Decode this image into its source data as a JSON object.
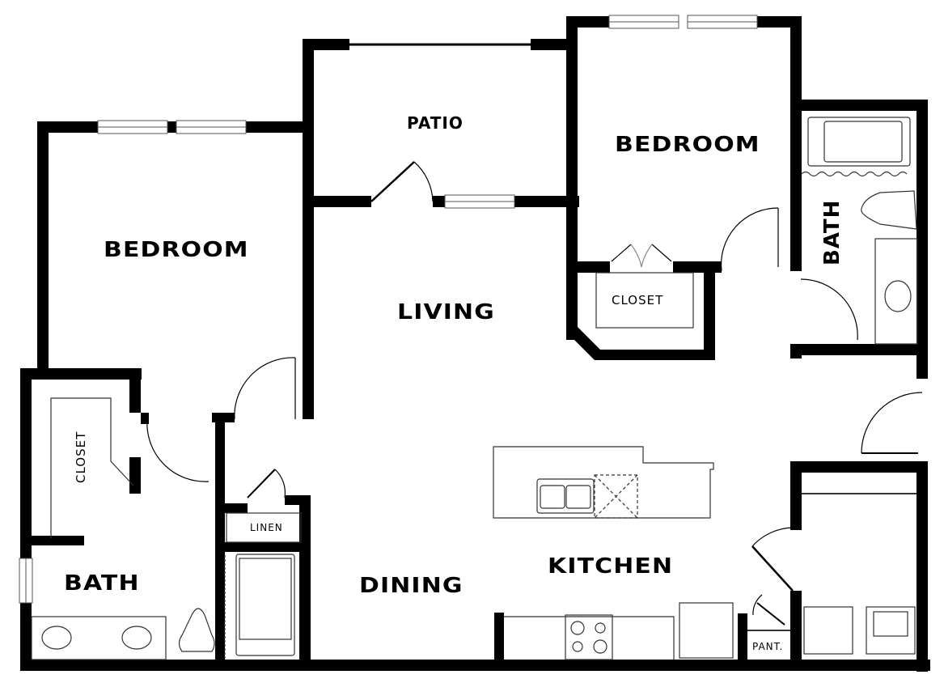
{
  "floorplan": {
    "rooms": [
      {
        "id": "bedroom-left",
        "label": "BEDROOM"
      },
      {
        "id": "patio",
        "label": "PATIO"
      },
      {
        "id": "bedroom-right",
        "label": "BEDROOM"
      },
      {
        "id": "bath-right",
        "label": "BATH"
      },
      {
        "id": "closet-right",
        "label": "CLOSET"
      },
      {
        "id": "living",
        "label": "LIVING"
      },
      {
        "id": "closet-left",
        "label": "CLOSET"
      },
      {
        "id": "linen",
        "label": "LINEN"
      },
      {
        "id": "bath-left",
        "label": "BATH"
      },
      {
        "id": "dining",
        "label": "DINING"
      },
      {
        "id": "kitchen",
        "label": "KITCHEN"
      },
      {
        "id": "pantry",
        "label": "PANT."
      }
    ],
    "colors": {
      "wall": "#000000",
      "background": "#ffffff",
      "fixture": "#333333"
    }
  }
}
